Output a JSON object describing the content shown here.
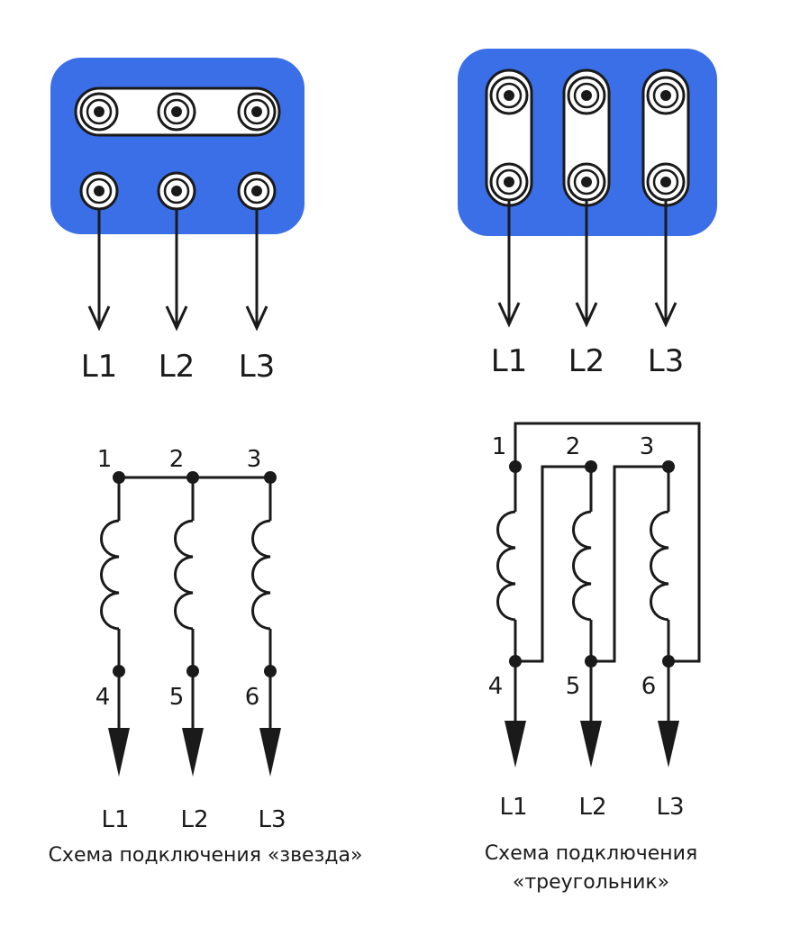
{
  "colors": {
    "block_blue": "#3b6fe8",
    "ink": "#1a1a1a",
    "white": "#ffffff"
  },
  "star_block": {
    "outputs": [
      "L1",
      "L2",
      "L3"
    ]
  },
  "delta_block": {
    "outputs": [
      "L1",
      "L2",
      "L3"
    ]
  },
  "star_schematic": {
    "top_terminals": [
      "1",
      "2",
      "3"
    ],
    "bottom_terminals": [
      "4",
      "5",
      "6"
    ],
    "outputs": [
      "L1",
      "L2",
      "L3"
    ],
    "caption": "Схема подключения «звезда»"
  },
  "delta_schematic": {
    "top_terminals": [
      "1",
      "2",
      "3"
    ],
    "bottom_terminals": [
      "4",
      "5",
      "6"
    ],
    "outputs": [
      "L1",
      "L2",
      "L3"
    ],
    "caption_line1": "Схема подключения",
    "caption_line2": "«треугольник»"
  }
}
